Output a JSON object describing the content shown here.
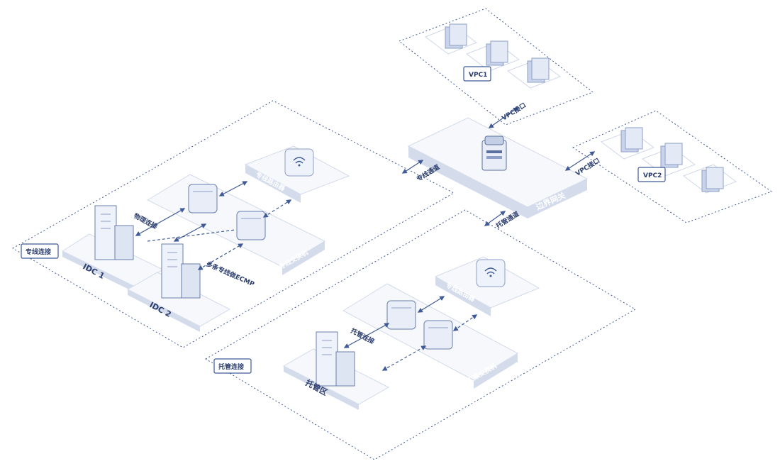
{
  "regions": {
    "dedicated_line": {
      "tag": "专线连接",
      "idc1": "IDC 1",
      "idc2": "IDC 2",
      "router": "专线路由器",
      "switch": "专线交换机",
      "physical_link": "物理连接",
      "ecmp": "多条专线做ECMP"
    },
    "hosting": {
      "tag": "托管连接",
      "zone": "托管区",
      "router": "专线路由器",
      "switch": "汇聚交换机",
      "hosting_link": "托管连接"
    },
    "border_gateway": {
      "label": "边界网关",
      "dedicated_channel": "专线通道",
      "hosting_channel": "托管通道",
      "vpc_interface_1": "VPC接口",
      "vpc_interface_2": "VPC接口"
    },
    "vpc1": {
      "tag": "VPC1"
    },
    "vpc2": {
      "tag": "VPC2"
    }
  }
}
